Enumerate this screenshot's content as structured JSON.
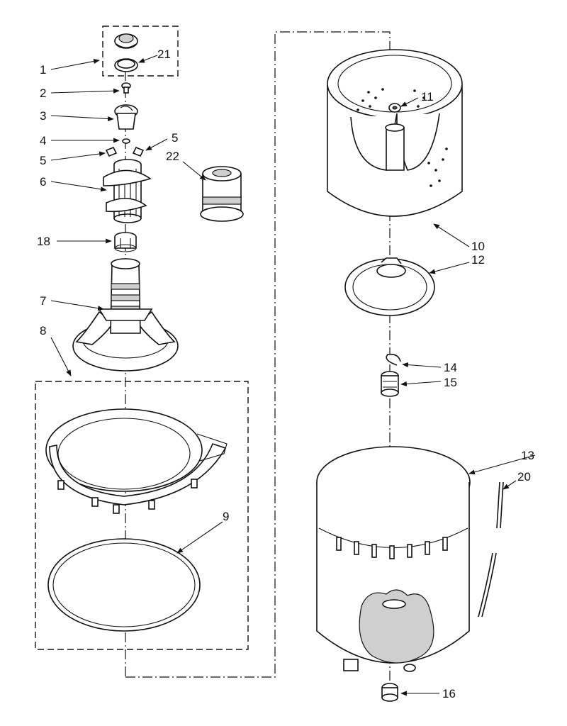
{
  "callouts": {
    "c1": "1",
    "c2": "2",
    "c3": "3",
    "c4": "4",
    "c5a": "5",
    "c5b": "5",
    "c6": "6",
    "c7": "7",
    "c8": "8",
    "c9": "9",
    "c10": "10",
    "c11": "11",
    "c12": "12",
    "c13": "13",
    "c14": "14",
    "c15": "15",
    "c16": "16",
    "c18": "18",
    "c20": "20",
    "c21": "21",
    "c22": "22"
  },
  "colors": {
    "ink": "#111111",
    "paper": "#ffffff",
    "shade": "#cfcfcf"
  }
}
